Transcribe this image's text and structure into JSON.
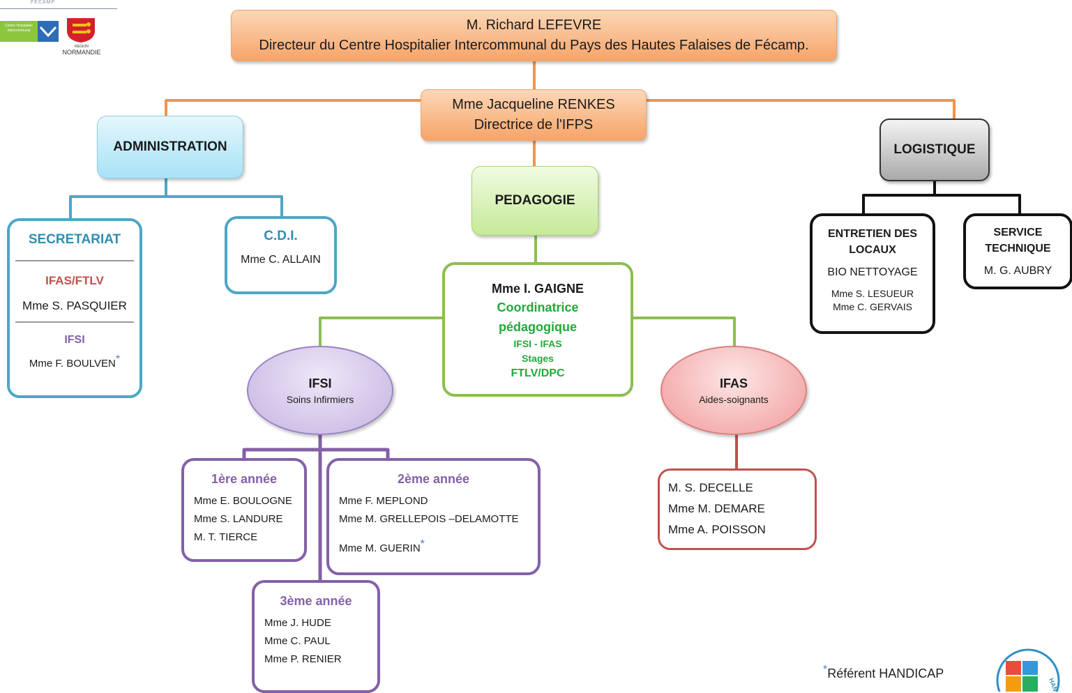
{
  "logos": {
    "top_text": "FECAMP",
    "ch_logo_text": "Centre Hospitalier Intercommunal",
    "region_text_1": "RÉGION",
    "region_text_2": "NORMANDIE",
    "handicap_text": "HANDICAP"
  },
  "director": {
    "name": "M. Richard LEFEVRE",
    "title": "Directeur du Centre Hospitalier  Intercommunal du Pays des Hautes Falaises  de Fécamp."
  },
  "ifps_director": {
    "name": "Mme Jacqueline RENKES",
    "title": "Directrice de l'IFPS"
  },
  "administration": {
    "label": "ADMINISTRATION"
  },
  "secretariat": {
    "title": "SECRETARIAT",
    "section1_title": "IFAS/FTLV",
    "section1_person": "Mme S. PASQUIER",
    "section2_title": "IFSI",
    "section2_person": "Mme F. BOULVEN",
    "star": "*"
  },
  "cdi": {
    "title": "C.D.I.",
    "person": "Mme C. ALLAIN"
  },
  "pedagogie": {
    "label": "PEDAGOGIE"
  },
  "coordination": {
    "name": "Mme I. GAIGNE",
    "role_line1": "Coordinatrice",
    "role_line2": "pédagogique",
    "scope1": "IFSI - IFAS",
    "scope2": "Stages",
    "scope3": "FTLV/DPC"
  },
  "ifsi": {
    "title": "IFSI",
    "subtitle": "Soins Infirmiers"
  },
  "ifas": {
    "title": "IFAS",
    "subtitle": "Aides-soignants"
  },
  "year1": {
    "title": "1ère année",
    "members": [
      "Mme E. BOULOGNE",
      "Mme S. LANDURE",
      "M. T. TIERCE"
    ]
  },
  "year2": {
    "title": "2ème année",
    "members": [
      "Mme F. MEPLOND",
      "Mme M. GRELLEPOIS –DELAMOTTE",
      "Mme M. GUERIN"
    ],
    "star": "*"
  },
  "year3": {
    "title": "3ème année",
    "members": [
      "Mme J. HUDE",
      "Mme C. PAUL",
      "Mme P. RENIER"
    ]
  },
  "ifas_team": {
    "members": [
      "M. S. DECELLE",
      "Mme M. DEMARE",
      "Mme A. POISSON"
    ]
  },
  "logistique": {
    "label": "LOGISTIQUE"
  },
  "entretien": {
    "title_line1": "ENTRETIEN DES",
    "title_line2": "LOCAUX",
    "subtitle": "BIO NETTOYAGE",
    "members": [
      "Mme S. LESUEUR",
      "Mme C. GERVAIS"
    ]
  },
  "service_technique": {
    "title_line1": "SERVICE",
    "title_line2": "TECHNIQUE",
    "person": "M. G. AUBRY"
  },
  "legend": {
    "star": "*",
    "text": "Référent HANDICAP"
  },
  "colors": {
    "orange": "#f6a46a",
    "blue": "#4ea6c6",
    "green": "#8cbd52",
    "purple": "#8360a8",
    "red": "#c0504d",
    "black": "#111111",
    "star_blue": "#4a7fc1",
    "green_text": "#22a83a"
  }
}
